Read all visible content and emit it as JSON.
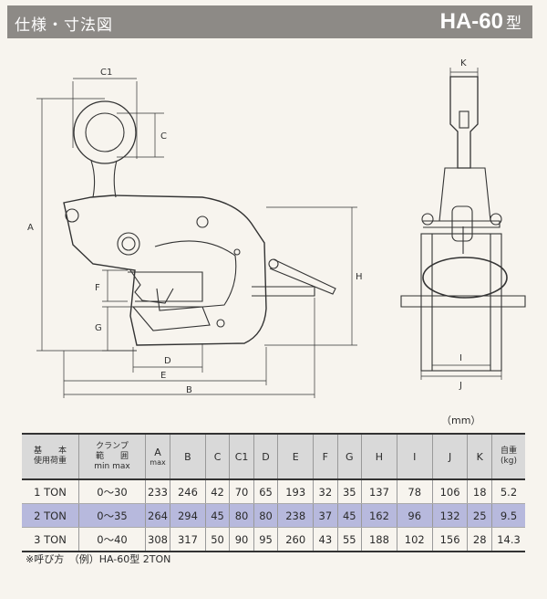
{
  "header": {
    "title": "仕様・寸法図",
    "model": "HA-60",
    "model_suffix": "型"
  },
  "dimension_labels": {
    "c1": "C1",
    "c": "C",
    "a": "A",
    "f": "F",
    "g": "G",
    "d": "D",
    "e": "E",
    "b": "B",
    "h": "H",
    "k": "K",
    "i": "I",
    "j": "J"
  },
  "unit": "（mm）",
  "table": {
    "headers": {
      "load": "基　　本\n使用荷重",
      "range": "クランプ\n範　　囲\nmin  max",
      "a": "A",
      "a_sub": "max",
      "b": "B",
      "c": "C",
      "c1": "C1",
      "d": "D",
      "e": "E",
      "f": "F",
      "g": "G",
      "h": "H",
      "i": "I",
      "j": "J",
      "k": "K",
      "weight": "自重\n(kg)"
    },
    "rows": [
      {
        "load": "1 TON",
        "range": "0〜30",
        "a": "233",
        "b": "246",
        "c": "42",
        "c1": "70",
        "d": "65",
        "e": "193",
        "f": "32",
        "g": "35",
        "h": "137",
        "i": "78",
        "j": "106",
        "k": "18",
        "weight": "5.2"
      },
      {
        "load": "2 TON",
        "range": "0〜35",
        "a": "264",
        "b": "294",
        "c": "45",
        "c1": "80",
        "d": "80",
        "e": "238",
        "f": "37",
        "g": "45",
        "h": "162",
        "i": "96",
        "j": "132",
        "k": "25",
        "weight": "9.5"
      },
      {
        "load": "3 TON",
        "range": "0〜40",
        "a": "308",
        "b": "317",
        "c": "50",
        "c1": "90",
        "d": "95",
        "e": "260",
        "f": "43",
        "g": "55",
        "h": "188",
        "i": "102",
        "j": "156",
        "k": "28",
        "weight": "14.3"
      }
    ]
  },
  "note": "※呼び方　（例）HA-60型 2TON",
  "colors": {
    "header_bg": "#8d8a86",
    "highlight_row": "#b7b9dd",
    "table_head": "#d9d9d9"
  }
}
